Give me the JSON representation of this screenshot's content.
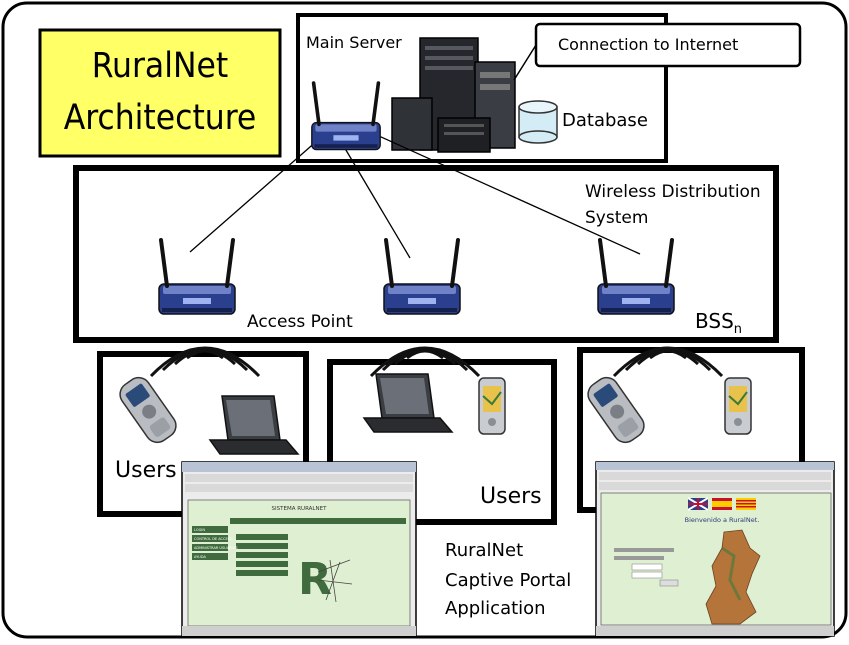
{
  "title_box": {
    "line1": "RuralNet",
    "line2": "Architecture"
  },
  "labels": {
    "main_server": "Main Server",
    "connection": "Connection to Internet",
    "database": "Database",
    "wds_line1": "Wireless Distribution",
    "wds_line2": "System",
    "access_point": "Access Point",
    "bss": "BSS",
    "bss_sub": "n",
    "users_left": "Users",
    "users_mid": "Users",
    "portal_line1": "RuralNet",
    "portal_line2": "Captive Portal",
    "portal_line3": "Application"
  },
  "screenshot_left": {
    "header": "SISTEMA RURALNET",
    "menu": [
      "LOGIN",
      "CONTROL DE ACCESO",
      "ADMINISTRAR USUARIOS",
      "AYUDA"
    ]
  },
  "screenshot_right": {
    "welcome": "Bienvenido a RuralNet."
  },
  "colors": {
    "title_fill": "#ffff66",
    "router_blue": "#2b3f8f",
    "screen_green": "#dff0d2",
    "map_brown": "#b5743a"
  }
}
